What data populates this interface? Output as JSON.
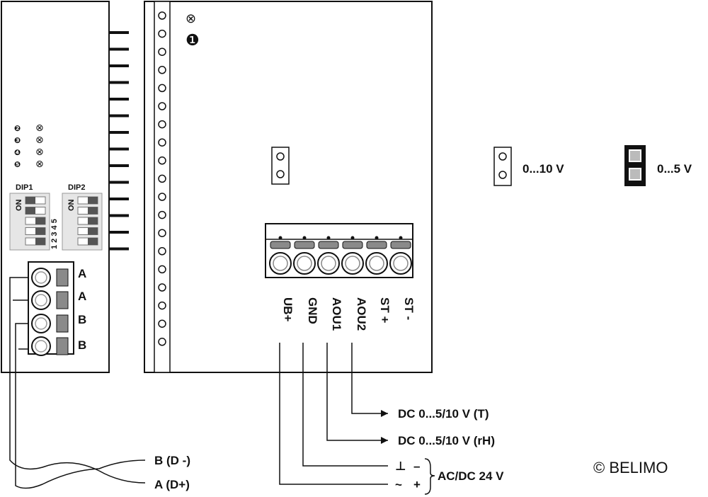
{
  "markers": {
    "cross": "⊗",
    "main_number": "❶",
    "led_numbers": [
      "❷",
      "❸",
      "❹",
      "❺"
    ]
  },
  "dip": {
    "dip1_label": "DIP1",
    "dip2_label": "DIP2",
    "on_label": "ON",
    "dip1_numbers": "1 2 3 4 5"
  },
  "bus_terminals": [
    "A",
    "A",
    "B",
    "B"
  ],
  "output_terminals": [
    "UB+",
    "GND",
    "AOU1",
    "AOU2",
    "ST +",
    "ST -"
  ],
  "jumper_legend": {
    "open_label": "0...10 V",
    "closed_label": "0...5 V"
  },
  "outputs": {
    "aou2": "DC 0...5/10 V (T)",
    "aou1": "DC 0...5/10 V (rH)"
  },
  "supply": {
    "gnd_symbol": "⊥",
    "minus": "–",
    "tilde": "~",
    "plus": "+",
    "label": "AC/DC 24 V"
  },
  "bus_lines": {
    "b": "B (D -)",
    "a": "A (D+)"
  },
  "brand": "© BELIMO",
  "colors": {
    "stroke": "#111111",
    "terminal_gray": "#8a8a8a",
    "dip_bg": "#e6e6e6"
  }
}
